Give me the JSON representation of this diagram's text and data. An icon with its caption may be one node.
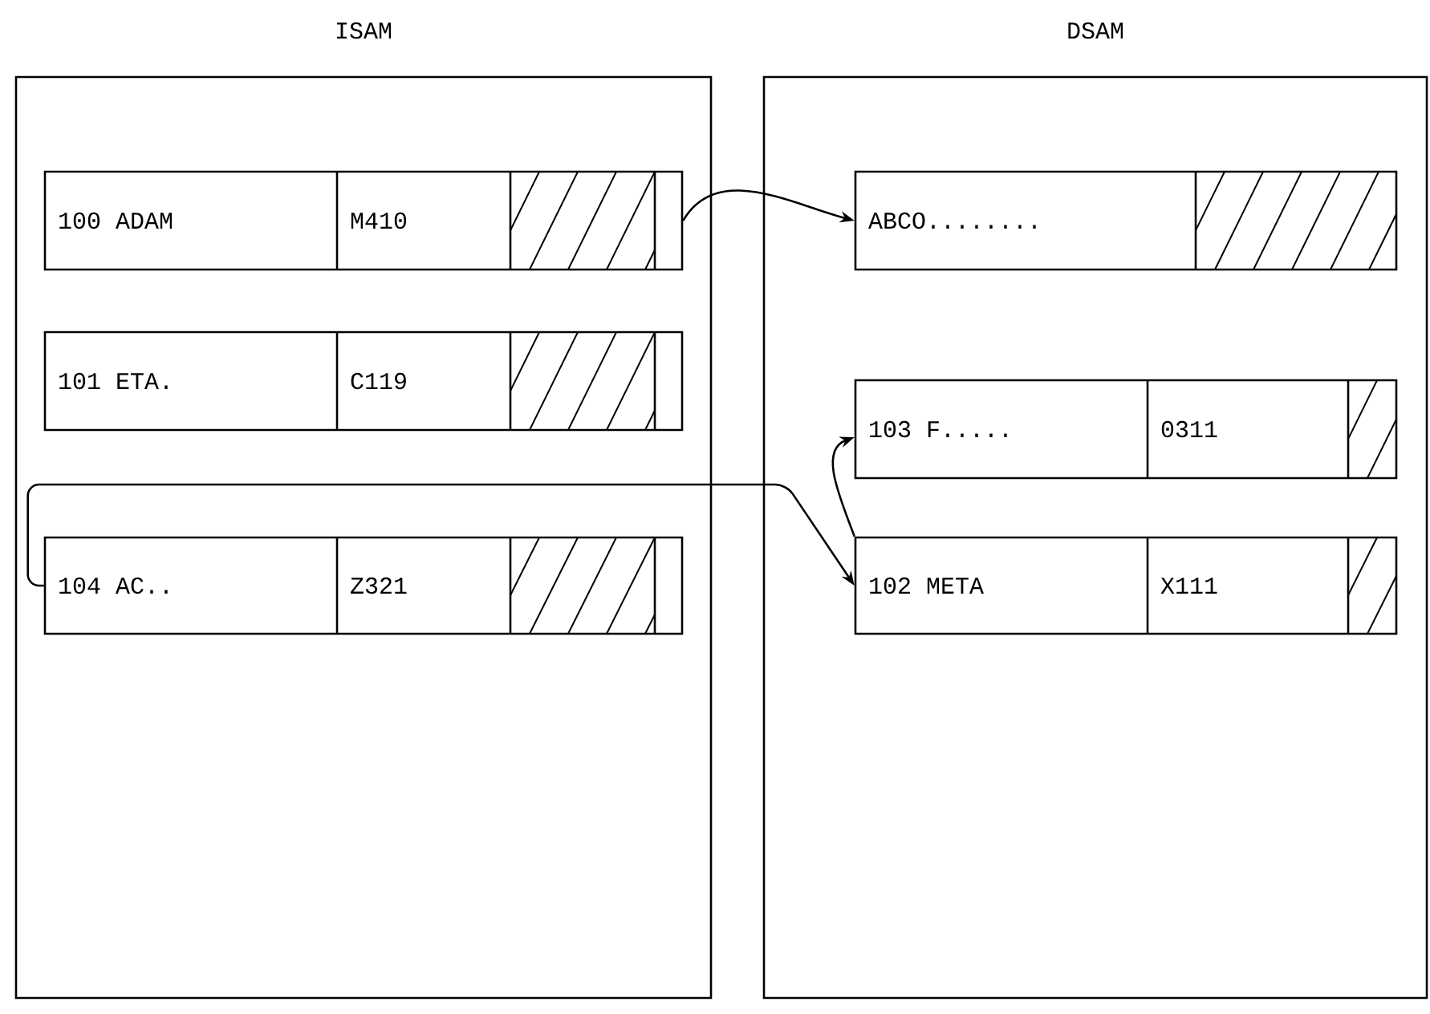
{
  "diagram": {
    "nodes": [
      {
        "text": [
          "ISAM"
        ]
      },
      {
        "text": [
          "100 ADAM",
          "M410"
        ],
        "in": 0
      },
      {
        "text": [
          "101 ETA.",
          "C119"
        ],
        "in": 0
      },
      {
        "text": [
          "104 AC..",
          "Z321"
        ],
        "in": 0
      },
      {
        "text": [
          "DSAM"
        ]
      },
      {
        "text": [
          "ABCO........"
        ],
        "in": 4
      },
      {
        "text": [
          "103 F.....",
          "0311"
        ],
        "in": 4
      },
      {
        "text": [
          "102 META",
          "X111"
        ],
        "in": 4
      }
    ],
    "edges": [
      {
        "from": 1,
        "to": 5,
        "arrow": "to"
      },
      {
        "from": 3,
        "to": 7,
        "arrow": "to"
      },
      {
        "from": 7,
        "to": 6,
        "arrow": "to"
      }
    ]
  }
}
